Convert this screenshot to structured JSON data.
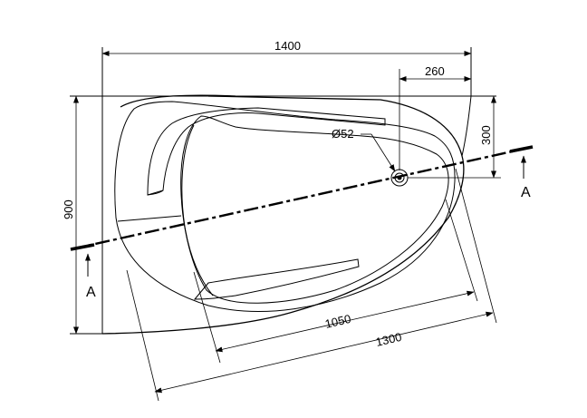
{
  "dimensions": {
    "overall_width": "1400",
    "drain_offset": "260",
    "depth": "900",
    "drain_offset_vertical": "300",
    "drain_diameter": "Ø52",
    "inner_length": "1050",
    "outer_length": "1300"
  },
  "section_marks": {
    "left": "A",
    "right": "A"
  }
}
